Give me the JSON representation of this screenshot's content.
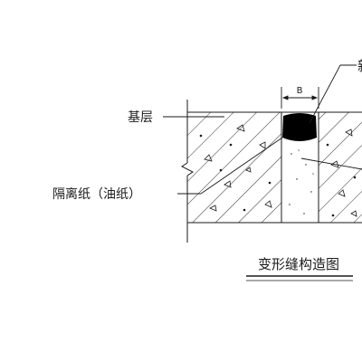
{
  "diagram": {
    "labels": {
      "base_layer": "基层",
      "separation_paper": "隔离纸（油纸）",
      "top_right_partial": "新",
      "dimension_b": "B",
      "title": "变形缝构造图"
    },
    "colors": {
      "line": "#1a1a1a",
      "sealant": "#000000",
      "background": "#ffffff"
    }
  }
}
